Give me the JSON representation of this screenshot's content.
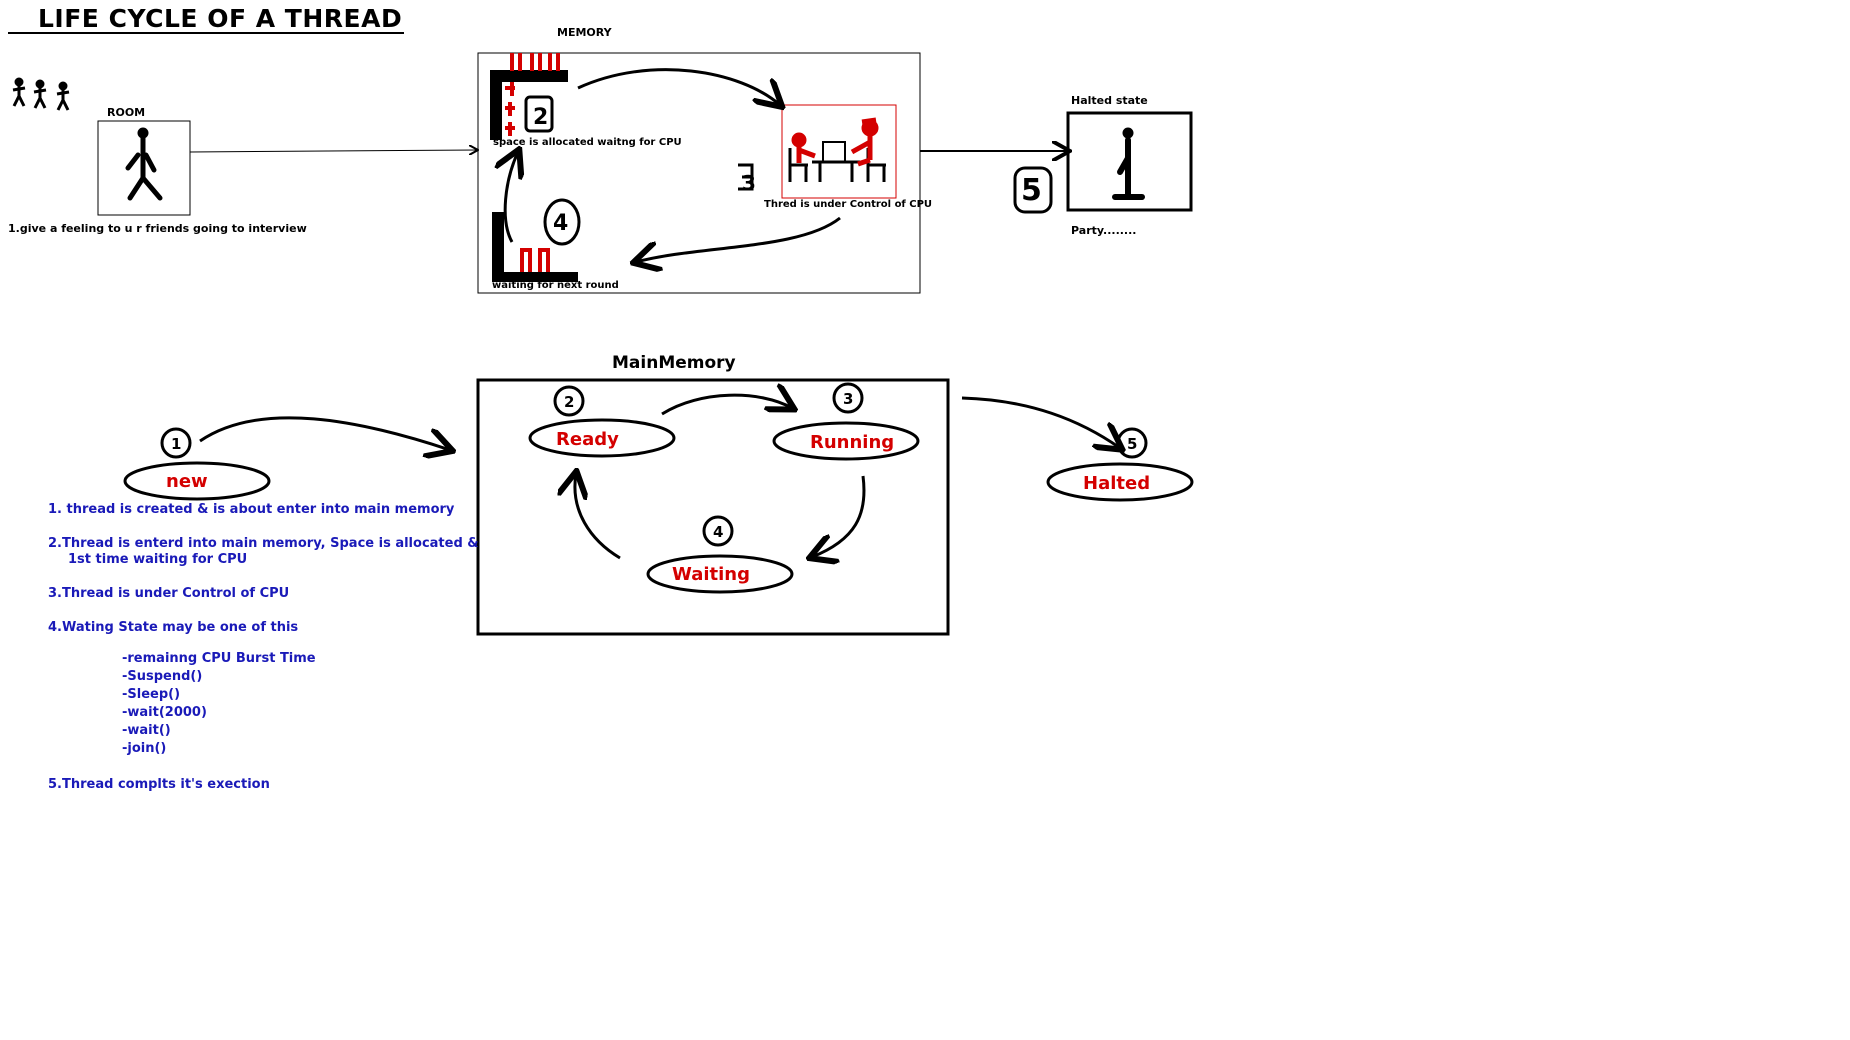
{
  "title": "LIFE CYCLE OF A THREAD",
  "top_diagram": {
    "memory_label": "MEMORY",
    "room_label": "ROOM",
    "room_caption": "1.give a feeling to u r friends going to interview",
    "space_caption": "space is allocated waitng for CPU",
    "cpu_caption": "Thred is under Control of CPU",
    "waiting_caption": "waiting for next round",
    "halted_label": "Halted state",
    "party_caption": "Party........",
    "step_numbers": [
      "2",
      "3",
      "4",
      "5"
    ]
  },
  "bottom_diagram": {
    "main_memory_label": "MainMemory",
    "states": {
      "new": "new",
      "ready": "Ready",
      "running": "Running",
      "waiting": "Waiting",
      "halted": "Halted"
    },
    "numbers": {
      "new": "1",
      "ready": "2",
      "running": "3",
      "waiting": "4",
      "halted": "5"
    }
  },
  "notes": {
    "n1": "1. thread is created & is about enter into main memory",
    "n2a": "2.Thread is enterd into main memory, Space is allocated &",
    "n2b": "1st time waiting for CPU",
    "n3": "3.Thread is under Control of CPU",
    "n4": "4.Wating State may be one of this",
    "n4_items": [
      "-remainng CPU Burst Time",
      "-Suspend()",
      "-Sleep()",
      "-wait(2000)",
      "-wait()",
      "-join()"
    ],
    "n5": "5.Thread complts it's exection"
  },
  "colors": {
    "state_text": "#d40000",
    "notes_text": "#1a1ab8",
    "lines": "#000000"
  }
}
